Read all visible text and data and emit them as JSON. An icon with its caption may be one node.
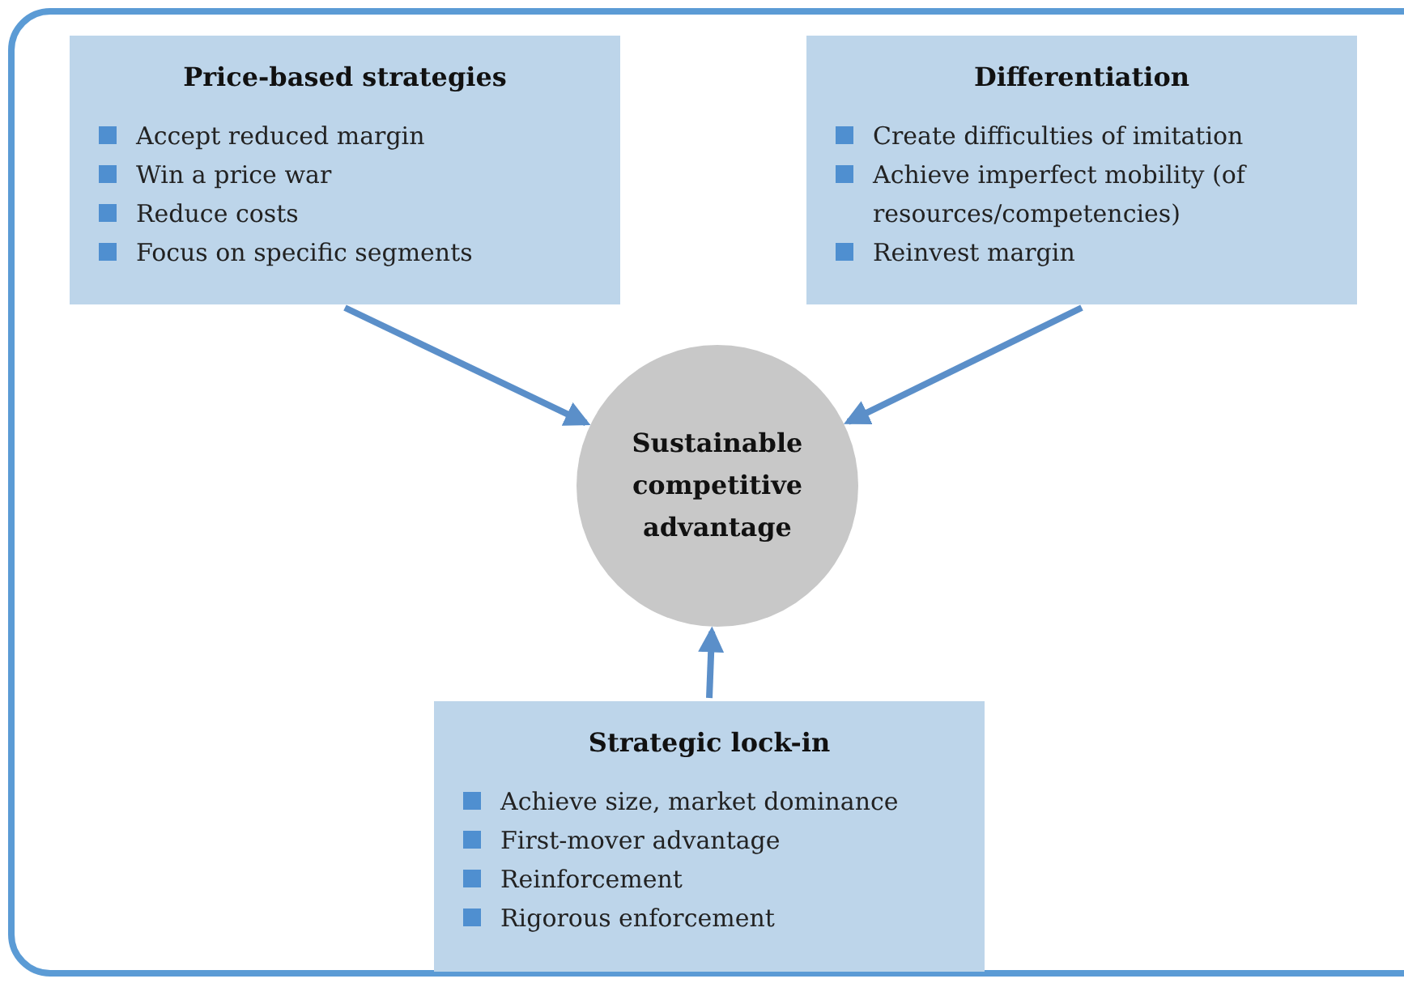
{
  "diagram": {
    "nodes": [
      {
        "text": [
          "Price-based strategies",
          "Accept reduced margin",
          "Win a price war",
          "Reduce costs",
          "Focus on specific segments"
        ]
      },
      {
        "text": [
          "Differentiation",
          "Create difficulties of imitation",
          "Achieve imperfect mobility (of resources/competencies)",
          "Reinvest margin"
        ]
      },
      {
        "text": [
          "Sustainable competitive advantage"
        ]
      },
      {
        "text": [
          "Strategic lock-in",
          "Achieve size, market dominance",
          "First-mover advantage",
          "Reinforcement",
          "Rigorous enforcement"
        ]
      }
    ],
    "edges": [
      {
        "from": 0,
        "to": 2,
        "arrow": "to"
      },
      {
        "from": 1,
        "to": 2,
        "arrow": "to"
      },
      {
        "from": 3,
        "to": 2,
        "arrow": "to"
      }
    ]
  }
}
